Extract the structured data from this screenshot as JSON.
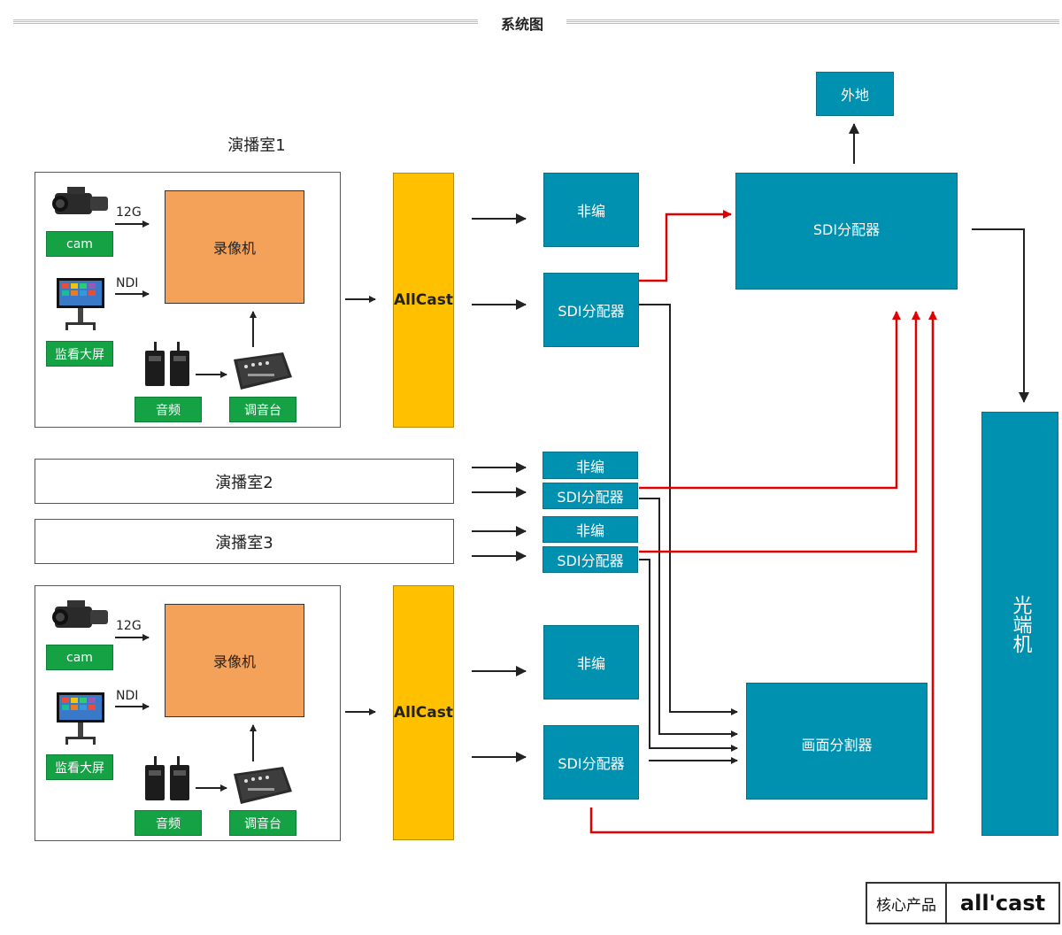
{
  "header": {
    "title": "系统图"
  },
  "studio1": {
    "title": "演播室1",
    "recorder": "录像机",
    "cam_tag": "cam",
    "link_12g": "12G",
    "link_ndi": "NDI",
    "monitor_tag": "监看大屏",
    "audio_tag": "音频",
    "mixer_tag": "调音台"
  },
  "studio2": {
    "title": "演播室2"
  },
  "studio3": {
    "title": "演播室3"
  },
  "studio4": {
    "recorder": "录像机",
    "cam_tag": "cam",
    "link_12g": "12G",
    "link_ndi": "NDI",
    "monitor_tag": "监看大屏",
    "audio_tag": "音频",
    "mixer_tag": "调音台"
  },
  "allcast_top": "AllCast",
  "allcast_bottom": "AllCast",
  "nodes": {
    "nonlinear_1": "非编",
    "sdi_dist_1": "SDI分配器",
    "nonlinear_2": "非编",
    "sdi_dist_2": "SDI分配器",
    "nonlinear_3": "非编",
    "sdi_dist_3": "SDI分配器",
    "nonlinear_4": "非编",
    "sdi_dist_4": "SDI分配器",
    "sdi_dist_main": "SDI分配器",
    "remote": "外地",
    "multiviewer": "画面分割器",
    "optical": "光端机"
  },
  "footer": {
    "label": "核心产品",
    "brand": "all'cast"
  },
  "colors": {
    "teal": "#0090b0",
    "orange": "#f4a15a",
    "yellow": "#ffc000",
    "green": "#14a245",
    "red_line": "#e00000",
    "dark_line": "#222222"
  }
}
